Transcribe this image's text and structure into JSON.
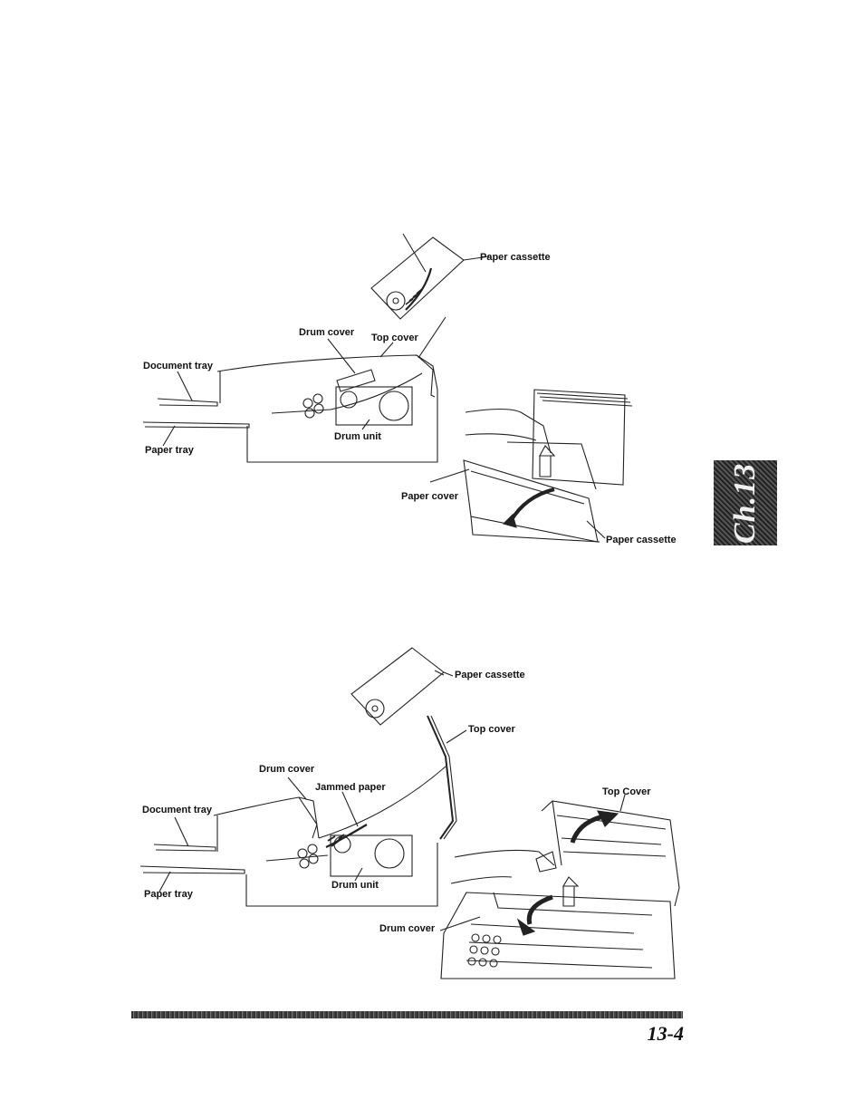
{
  "labels": {
    "paper_cassette": "Paper cassette",
    "drum_cover": "Drum cover",
    "top_cover": "Top cover",
    "document_tray": "Document tray",
    "drum_unit": "Drum unit",
    "paper_tray": "Paper tray",
    "paper_cover": "Paper cover",
    "jammed_paper": "Jammed paper",
    "top_cover_photo": "Top Cover"
  },
  "chapter_tab": "Ch.13",
  "page_number": "13-4"
}
